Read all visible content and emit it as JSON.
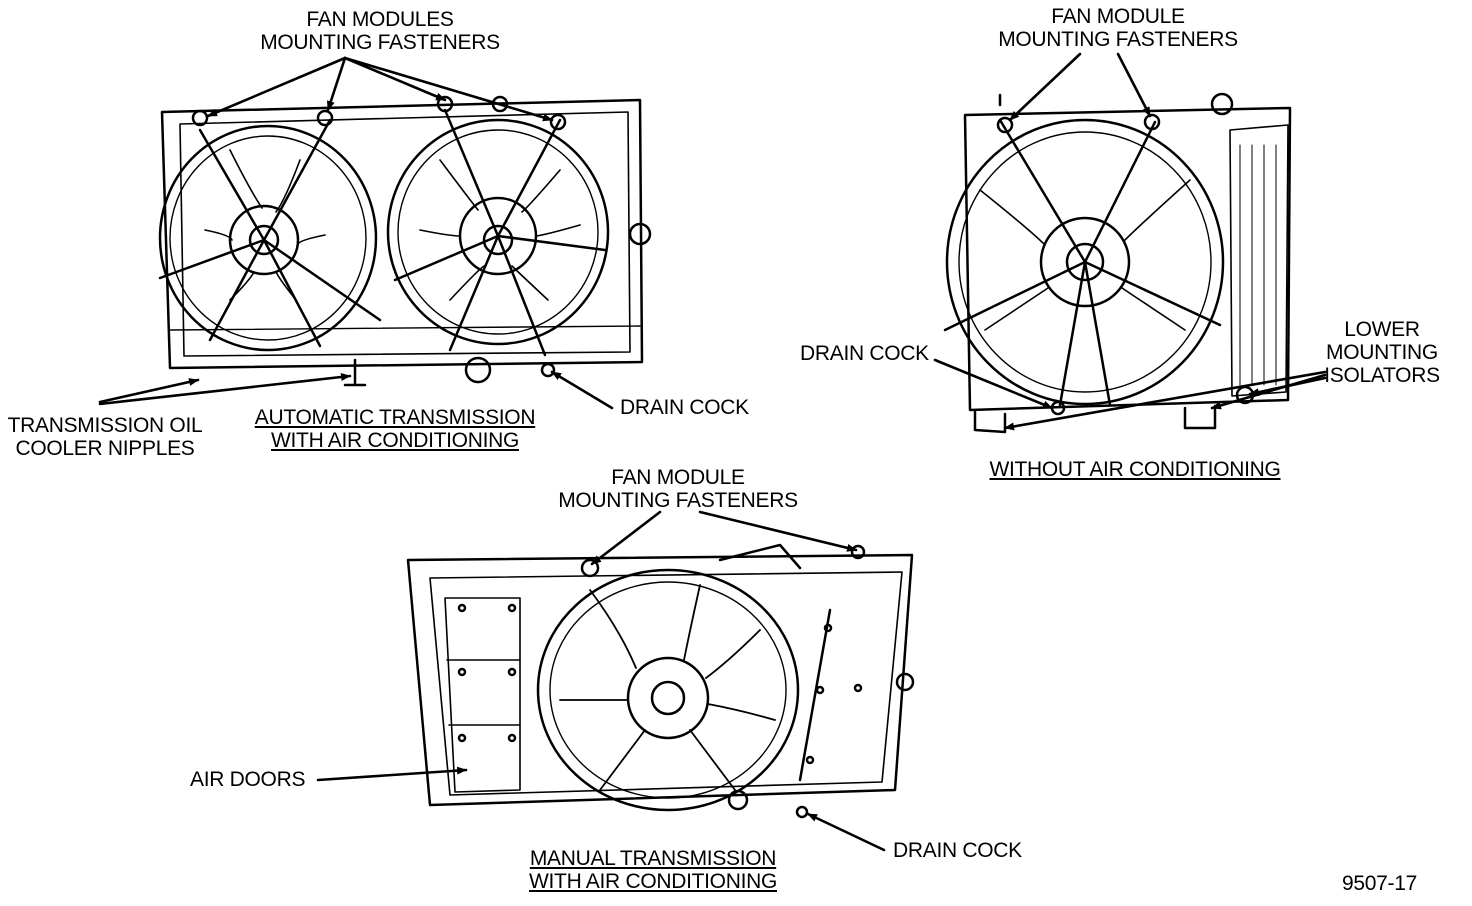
{
  "labels": {
    "auto_fasteners": [
      "FAN MODULES",
      "MOUNTING FASTENERS"
    ],
    "noac_fasteners": [
      "FAN MODULE",
      "MOUNTING FASTENERS"
    ],
    "manual_fasteners": [
      "FAN MODULE",
      "MOUNTING FASTENERS"
    ],
    "trans_oil": [
      "TRANSMISSION OIL",
      "COOLER NIPPLES"
    ],
    "auto_caption": [
      "AUTOMATIC TRANSMISSION",
      "WITH AIR CONDITIONING"
    ],
    "auto_drain": "DRAIN COCK",
    "noac_drain": "DRAIN COCK",
    "lower_isolators": [
      "LOWER",
      "MOUNTING",
      "ISOLATORS"
    ],
    "noac_caption": "WITHOUT AIR CONDITIONING",
    "air_doors": "AIR DOORS",
    "manual_drain": "DRAIN COCK",
    "manual_caption": [
      "MANUAL TRANSMISSION",
      "WITH AIR CONDITIONING"
    ],
    "figure_number": "9507-17"
  }
}
